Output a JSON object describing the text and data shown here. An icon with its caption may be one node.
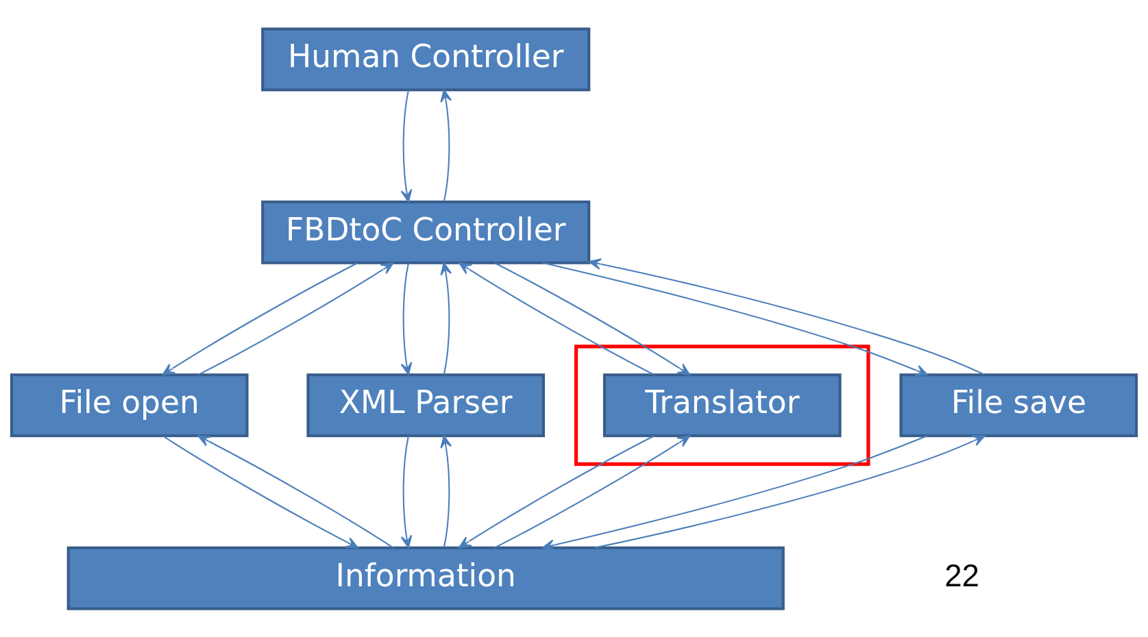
{
  "diagram": {
    "nodes": [
      {
        "text": [
          "Human Controller"
        ]
      },
      {
        "text": [
          "FBDtoC Controller"
        ]
      },
      {
        "text": [
          "File open"
        ]
      },
      {
        "text": [
          "XML Parser"
        ]
      },
      {
        "text": [],
        "shape": "box"
      },
      {
        "text": [
          "Translator"
        ],
        "in": 4
      },
      {
        "text": [
          "File save"
        ]
      },
      {
        "text": [
          "Information"
        ]
      }
    ],
    "edges": [
      {
        "from": 0,
        "to": 1,
        "arrow": "to"
      },
      {
        "from": 1,
        "to": 0,
        "arrow": "to"
      },
      {
        "from": 1,
        "to": 2,
        "arrow": "to"
      },
      {
        "from": 2,
        "to": 1,
        "arrow": "to"
      },
      {
        "from": 1,
        "to": 3,
        "arrow": "to"
      },
      {
        "from": 3,
        "to": 1,
        "arrow": "to"
      },
      {
        "from": 1,
        "to": 5,
        "arrow": "to"
      },
      {
        "from": 5,
        "to": 1,
        "arrow": "to"
      },
      {
        "from": 1,
        "to": 6,
        "arrow": "to"
      },
      {
        "from": 6,
        "to": 1,
        "arrow": "to"
      },
      {
        "from": 2,
        "to": 7,
        "arrow": "to"
      },
      {
        "from": 7,
        "to": 2,
        "arrow": "to"
      },
      {
        "from": 3,
        "to": 7,
        "arrow": "to"
      },
      {
        "from": 7,
        "to": 3,
        "arrow": "to"
      },
      {
        "from": 5,
        "to": 7,
        "arrow": "to"
      },
      {
        "from": 7,
        "to": 5,
        "arrow": "to"
      },
      {
        "from": 6,
        "to": 7,
        "arrow": "to"
      },
      {
        "from": 7,
        "to": 6,
        "arrow": "to"
      }
    ],
    "labels": [
      "22"
    ]
  }
}
